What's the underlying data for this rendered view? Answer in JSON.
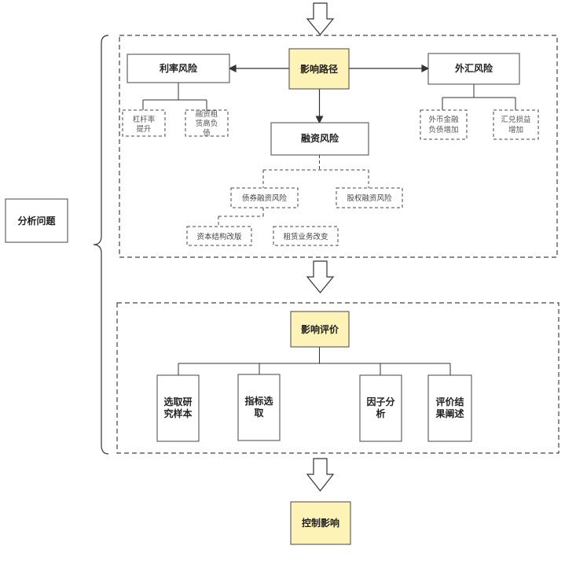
{
  "analysis": {
    "label": "分析问题"
  },
  "section1": {
    "path": "影响路径",
    "interest": "利率风险",
    "fx": "外汇风险",
    "financing": "融资风险",
    "interest_children": [
      [
        "杠杆率",
        "提升"
      ],
      [
        "融资租",
        "赁高负",
        "债"
      ]
    ],
    "fx_children": [
      [
        "外币金融",
        "负债增加"
      ],
      [
        "汇兑损益",
        "增加"
      ]
    ],
    "financing_children": [
      "债券融资风险",
      "股权融资风险"
    ],
    "bond_children": [
      "资本结构改版",
      "租赁业务改变"
    ]
  },
  "section2": {
    "evaluation": "影响评价",
    "steps": [
      [
        "选取研",
        "究样本"
      ],
      [
        "指标选",
        "取"
      ],
      [
        "因子分",
        "析"
      ],
      [
        "评价结",
        "果阐述"
      ]
    ]
  },
  "control": {
    "label": "控制影响"
  },
  "colors": {
    "highlight_fill": "#fdf3b6",
    "border": "#444444",
    "line": "#333333"
  }
}
